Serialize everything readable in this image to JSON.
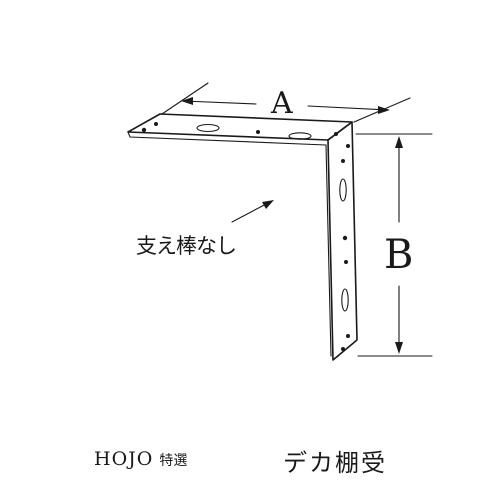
{
  "diagram": {
    "dimension_a_label": "A",
    "dimension_b_label": "B",
    "note_label": "支え棒なし"
  },
  "footer": {
    "brand": "HOJO",
    "brand_sub": "特選",
    "product_name": "デカ棚受"
  }
}
